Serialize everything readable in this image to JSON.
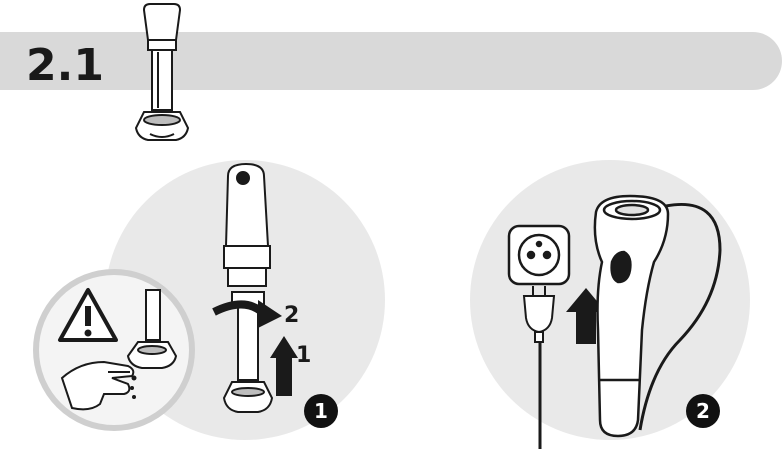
{
  "section": {
    "number": "2.1"
  },
  "steps": [
    {
      "badge": "1",
      "arrows": [
        "1",
        "2"
      ]
    },
    {
      "badge": "2"
    }
  ],
  "colors": {
    "banner": "#d9d9d9",
    "circle": "#e6e6e6",
    "outline": "#1a1a1a",
    "badge": "#111111"
  },
  "icons": [
    "blender-attachment-icon",
    "warning-triangle-icon",
    "hand-icon",
    "hand-blender-icon",
    "wall-socket-icon",
    "plug-icon",
    "arrow-up-icon",
    "curved-arrow-icon"
  ]
}
